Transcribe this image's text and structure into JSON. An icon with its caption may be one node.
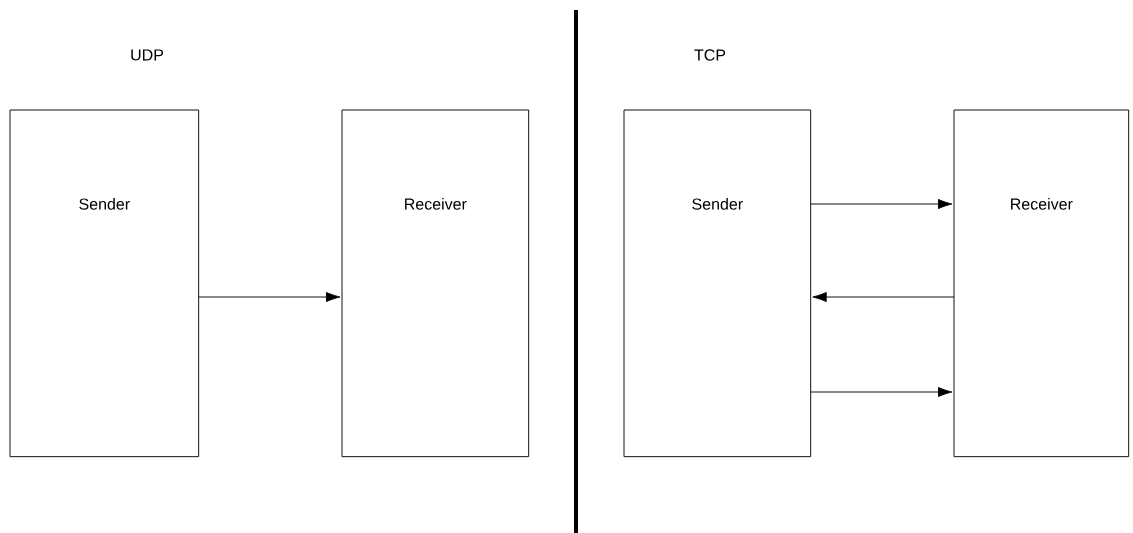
{
  "diagram": {
    "nodes": [
      {
        "text": [
          "Sender"
        ]
      },
      {
        "text": [
          "Receiver"
        ]
      },
      {
        "text": [
          "Sender"
        ]
      },
      {
        "text": [
          "Receiver"
        ]
      }
    ],
    "edges": [
      {
        "from": 0,
        "to": 1,
        "arrow": "to"
      },
      {
        "from": 2,
        "to": 3,
        "arrow": "to"
      },
      {
        "from": 3,
        "to": 2,
        "arrow": "to"
      },
      {
        "from": 2,
        "to": 3,
        "arrow": "to"
      }
    ],
    "labels": [
      "UDP",
      "TCP"
    ]
  }
}
